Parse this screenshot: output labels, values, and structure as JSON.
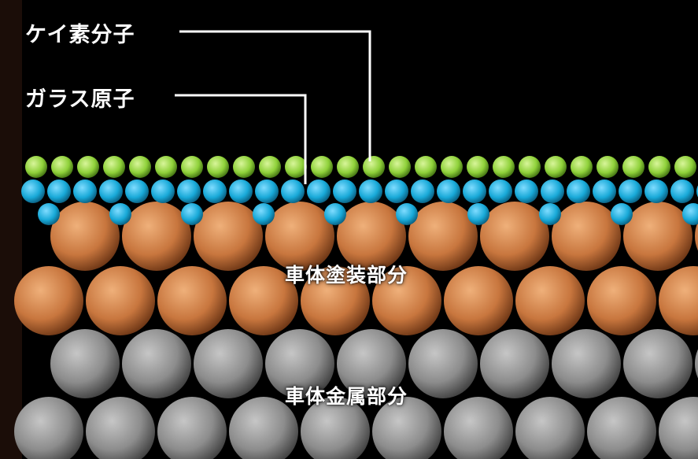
{
  "labels": {
    "silica_molecule": "ケイ素分子",
    "glass_atom": "ガラス原子",
    "paint_layer": "車体塗装部分",
    "metal_layer": "車体金属部分"
  },
  "colors": {
    "background": "#000000",
    "left_bar": "#1b0d08",
    "silica": "#8fd13a",
    "glass": "#18a9d8",
    "paint": "#c8763e",
    "metal": "#8a8a8a",
    "leader_line": "#ffffff"
  }
}
